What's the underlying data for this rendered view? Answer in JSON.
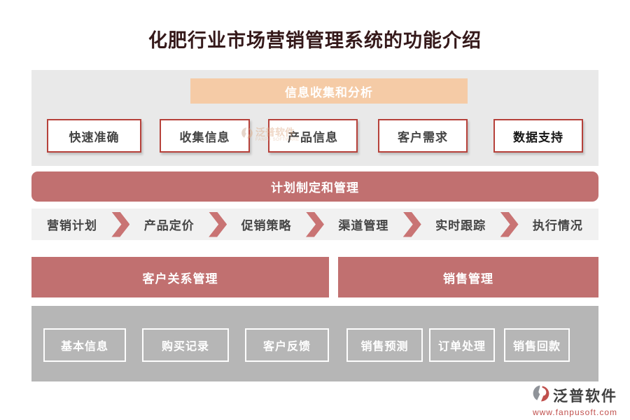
{
  "title": "化肥行业市场营销管理系统的功能介绍",
  "info_section": {
    "header": "信息收集和分析",
    "items": [
      "快速准确",
      "收集信息",
      "产品信息",
      "客户需求",
      "数据支持"
    ]
  },
  "plan_section": {
    "header": "计划制定和管理",
    "steps": [
      "营销计划",
      "产品定价",
      "促销策略",
      "渠道管理",
      "实时跟踪",
      "执行情况"
    ]
  },
  "crm_section": {
    "header": "客户关系管理",
    "items": [
      "基本信息",
      "购买记录",
      "客户反馈"
    ]
  },
  "sales_section": {
    "header": "销售管理",
    "items": [
      "销售预测",
      "订单处理",
      "销售回款"
    ]
  },
  "watermark": {
    "brand": "泛普软件",
    "sub": "FANPU SOFTWARE"
  },
  "footer": {
    "brand": "泛普软件",
    "url": "www.fanpusoft.com"
  },
  "colors": {
    "accent_red_bar": "#c17070",
    "accent_orange": "#f5cba6",
    "box_border_red": "#b6413a",
    "panel_gray_light": "#e9e9e9",
    "panel_gray_dark": "#b6b6b6",
    "logo_red": "#c0504d"
  }
}
